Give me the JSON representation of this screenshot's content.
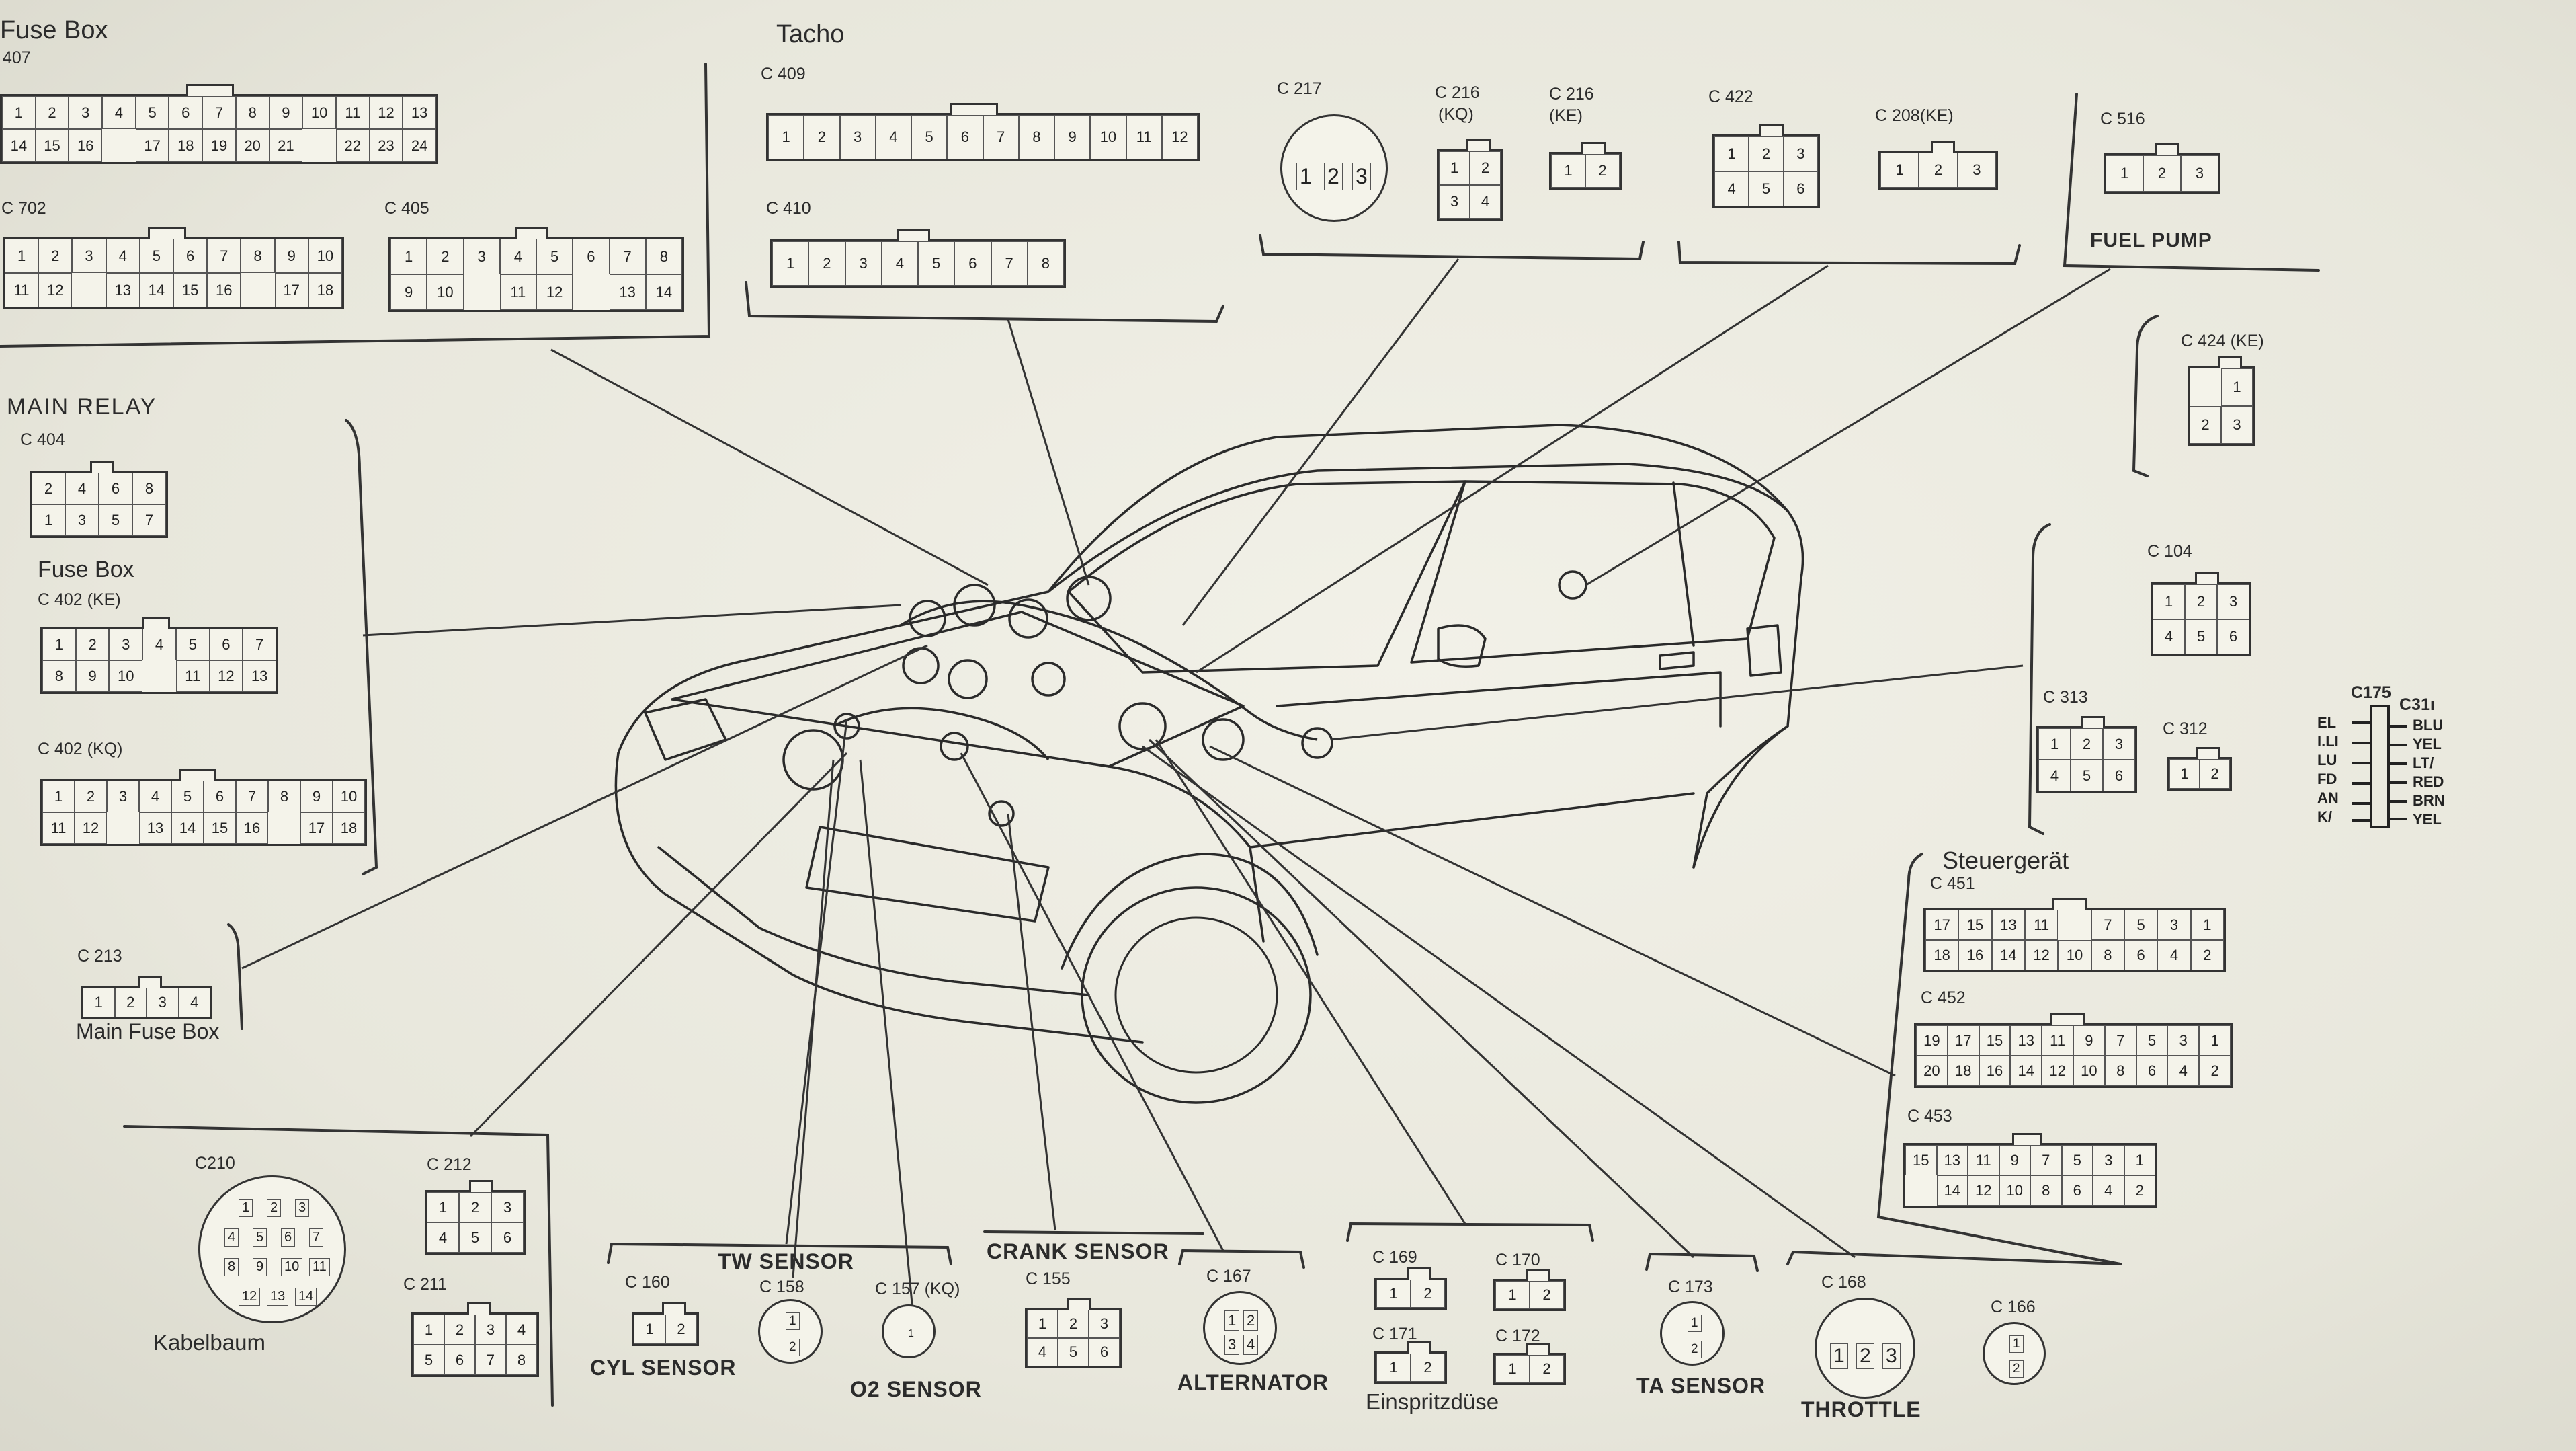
{
  "labels": {
    "fuse_box_top": "Fuse Box",
    "c407_partial": "407",
    "tacho": "Tacho",
    "c409": "C 409",
    "c410": "C 410",
    "c702": "C 702",
    "c405": "C 405",
    "main_relay": "MAIN RELAY",
    "c404": "C 404",
    "fuse_box_mid": "Fuse Box",
    "c402_ke": "C 402 (KE)",
    "c402_kq": "C 402 (KQ)",
    "c213": "C 213",
    "main_fuse_box": "Main Fuse Box",
    "c217": "C 217",
    "c216_kq_a": "C 216",
    "c216_kq_b": "(KQ)",
    "c216_ke_a": "C 216",
    "c216_ke_b": "(KE)",
    "c422": "C 422",
    "c208": "C 208(KE)",
    "c516": "C 516",
    "fuel_pump": "FUEL PUMP",
    "c424": "C 424 (KE)",
    "c104": "C 104",
    "c313": "C 313",
    "c312": "C 312",
    "c175": "C175",
    "c31x": "C31ı",
    "steuergeraet": "Steuergerät",
    "c451": "C 451",
    "c452": "C 452",
    "c453": "C 453",
    "c210": "C210",
    "c212": "C 212",
    "c211": "C 211",
    "kabelbaum": "Kabelbaum",
    "tw_sensor": "TW SENSOR",
    "c160": "C 160",
    "cyl_sensor": "CYL SENSOR",
    "c158": "C 158",
    "c157": "C 157 (KQ)",
    "o2_sensor": "O2 SENSOR",
    "crank_sensor": "CRANK SENSOR",
    "c155": "C 155",
    "c167": "C 167",
    "alternator": "ALTERNATOR",
    "c169": "C 169",
    "c170": "C 170",
    "c171": "C 171",
    "c172": "C 172",
    "einspritzduese": "Einspritzdüse",
    "c173": "C 173",
    "ta_sensor": "TA SENSOR",
    "c168": "C 168",
    "c166": "C 166",
    "throttle": "THROTTLE"
  },
  "c175_left": [
    "EL",
    "I.LI",
    "LU",
    "FD",
    "AN",
    "K/"
  ],
  "c175_right": [
    "BLU",
    "YEL",
    "LT/",
    "RED",
    "BRN",
    "YEL"
  ],
  "connectors": {
    "c407": [
      [
        "1",
        "2",
        "3",
        "4",
        "5",
        "6",
        "7",
        "8",
        "9",
        "10",
        "11",
        "12",
        "13"
      ],
      [
        "14",
        "15",
        "16",
        "",
        "17",
        "18",
        "19",
        "20",
        "21",
        "",
        "22",
        "23",
        "24"
      ]
    ],
    "c409": [
      [
        "1",
        "2",
        "3",
        "4",
        "5",
        "6",
        "7",
        "8",
        "9",
        "10",
        "11",
        "12"
      ]
    ],
    "c410": [
      [
        "1",
        "2",
        "3",
        "4",
        "5",
        "6",
        "7",
        "8"
      ]
    ],
    "c702": [
      [
        "1",
        "2",
        "3",
        "4",
        "5",
        "6",
        "7",
        "8",
        "9",
        "10"
      ],
      [
        "11",
        "12",
        "",
        "13",
        "14",
        "15",
        "16",
        "",
        "17",
        "18"
      ]
    ],
    "c405": [
      [
        "1",
        "2",
        "3",
        "4",
        "5",
        "6",
        "7",
        "8"
      ],
      [
        "9",
        "10",
        "",
        "11",
        "12",
        "",
        "13",
        "14"
      ]
    ],
    "c404": [
      [
        "2",
        "4",
        "6",
        "8"
      ],
      [
        "1",
        "3",
        "5",
        "7"
      ]
    ],
    "c402_ke": [
      [
        "1",
        "2",
        "3",
        "4",
        "5",
        "6",
        "7"
      ],
      [
        "8",
        "9",
        "10",
        "",
        "11",
        "12",
        "13"
      ]
    ],
    "c402_kq": [
      [
        "1",
        "2",
        "3",
        "4",
        "5",
        "6",
        "7",
        "8",
        "9",
        "10"
      ],
      [
        "11",
        "12",
        "",
        "13",
        "14",
        "15",
        "16",
        "",
        "17",
        "18"
      ]
    ],
    "c213": [
      [
        "1",
        "2",
        "3",
        "4"
      ]
    ],
    "c216_kq": [
      [
        "1",
        "2"
      ],
      [
        "3",
        "4"
      ]
    ],
    "c216_ke": [
      [
        "1",
        "2"
      ]
    ],
    "c422": [
      [
        "1",
        "2",
        "3"
      ],
      [
        "4",
        "5",
        "6"
      ]
    ],
    "c208": [
      [
        "1",
        "2",
        "3"
      ]
    ],
    "c516": [
      [
        "1",
        "2",
        "3"
      ]
    ],
    "c424": [
      [
        "",
        "1"
      ],
      [
        "2",
        "3"
      ]
    ],
    "c104": [
      [
        "1",
        "2",
        "3"
      ],
      [
        "4",
        "5",
        "6"
      ]
    ],
    "c313": [
      [
        "1",
        "2",
        "3"
      ],
      [
        "4",
        "5",
        "6"
      ]
    ],
    "c312": [
      [
        "1",
        "2"
      ]
    ],
    "c451": [
      [
        "17",
        "15",
        "13",
        "11",
        "",
        "7",
        "5",
        "3",
        "1"
      ],
      [
        "18",
        "16",
        "14",
        "12",
        "10",
        "8",
        "6",
        "4",
        "2"
      ]
    ],
    "c452": [
      [
        "19",
        "17",
        "15",
        "13",
        "11",
        "9",
        "7",
        "5",
        "3",
        "1"
      ],
      [
        "20",
        "18",
        "16",
        "14",
        "12",
        "10",
        "8",
        "6",
        "4",
        "2"
      ]
    ],
    "c453": [
      [
        "15",
        "13",
        "11",
        "9",
        "7",
        "5",
        "3",
        "1"
      ],
      [
        "",
        "14",
        "12",
        "10",
        "8",
        "6",
        "4",
        "2"
      ]
    ],
    "c212": [
      [
        "1",
        "2",
        "3"
      ],
      [
        "4",
        "5",
        "6"
      ]
    ],
    "c211": [
      [
        "1",
        "2",
        "3",
        "4"
      ],
      [
        "5",
        "6",
        "7",
        "8"
      ]
    ],
    "c160": [
      [
        "1",
        "2"
      ]
    ],
    "c155": [
      [
        "1",
        "2",
        "3"
      ],
      [
        "4",
        "5",
        "6"
      ]
    ],
    "c169": [
      [
        "1",
        "2"
      ]
    ],
    "c170": [
      [
        "1",
        "2"
      ]
    ],
    "c171": [
      [
        "1",
        "2"
      ]
    ],
    "c172": [
      [
        "1",
        "2"
      ]
    ]
  },
  "round_pins": {
    "c217": [
      "1",
      "2",
      "3"
    ],
    "c210": [
      "1",
      "2",
      "3",
      "4",
      "5",
      "6",
      "7",
      "8",
      "9",
      "10",
      "11",
      "12",
      "13",
      "14"
    ],
    "c158": [
      "1",
      "2"
    ],
    "c157": [
      "1"
    ],
    "c167": [
      "1",
      "2",
      "3",
      "4"
    ],
    "c173": [
      "1",
      "2"
    ],
    "c168": [
      "1",
      "2",
      "3"
    ],
    "c166": [
      "1",
      "2"
    ]
  }
}
